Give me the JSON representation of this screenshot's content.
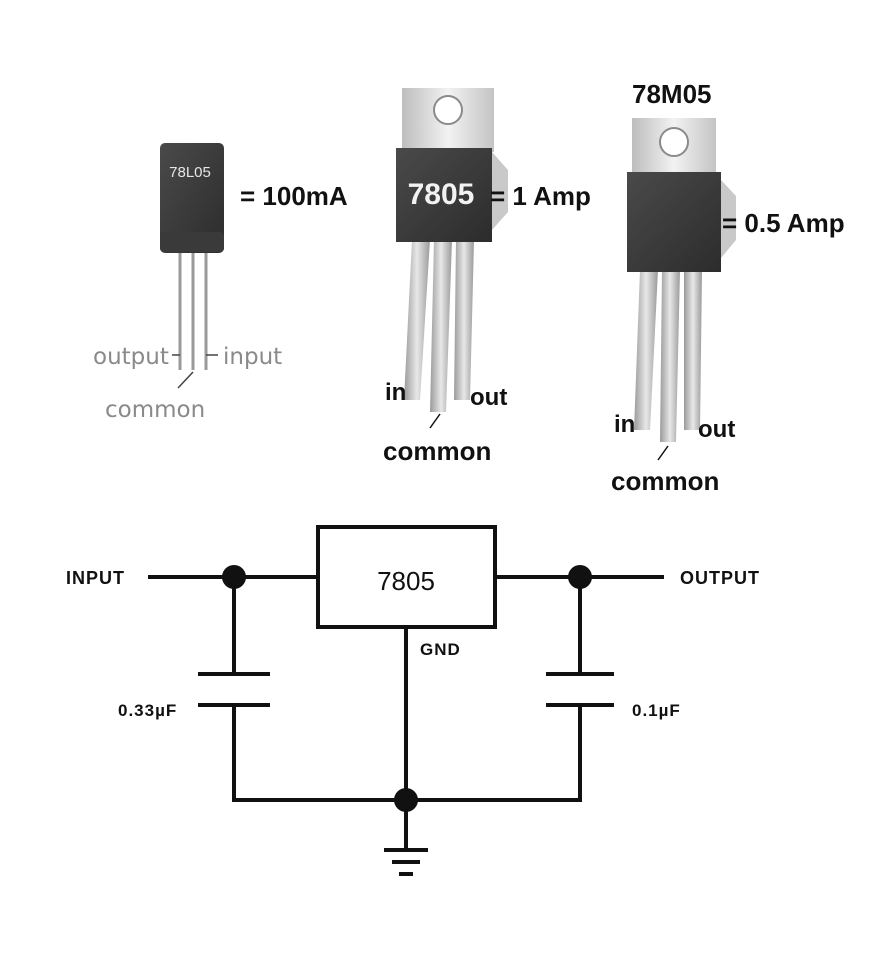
{
  "components": {
    "to92": {
      "part": "78L05",
      "rating": "= 100mA",
      "pin_output": "output",
      "pin_input": "input",
      "pin_common": "common"
    },
    "to220": {
      "part": "7805",
      "rating": "= 1 Amp",
      "pin_in": "in",
      "pin_out": "out",
      "pin_common": "common"
    },
    "to220m": {
      "part": "78M05",
      "rating": "= 0.5 Amp",
      "pin_in": "in",
      "pin_out": "out",
      "pin_common": "common"
    }
  },
  "schematic": {
    "input_label": "INPUT",
    "output_label": "OUTPUT",
    "regulator_label": "7805",
    "gnd_label": "GND",
    "cap_in_label": "0.33µF",
    "cap_out_label": "0.1µF"
  }
}
